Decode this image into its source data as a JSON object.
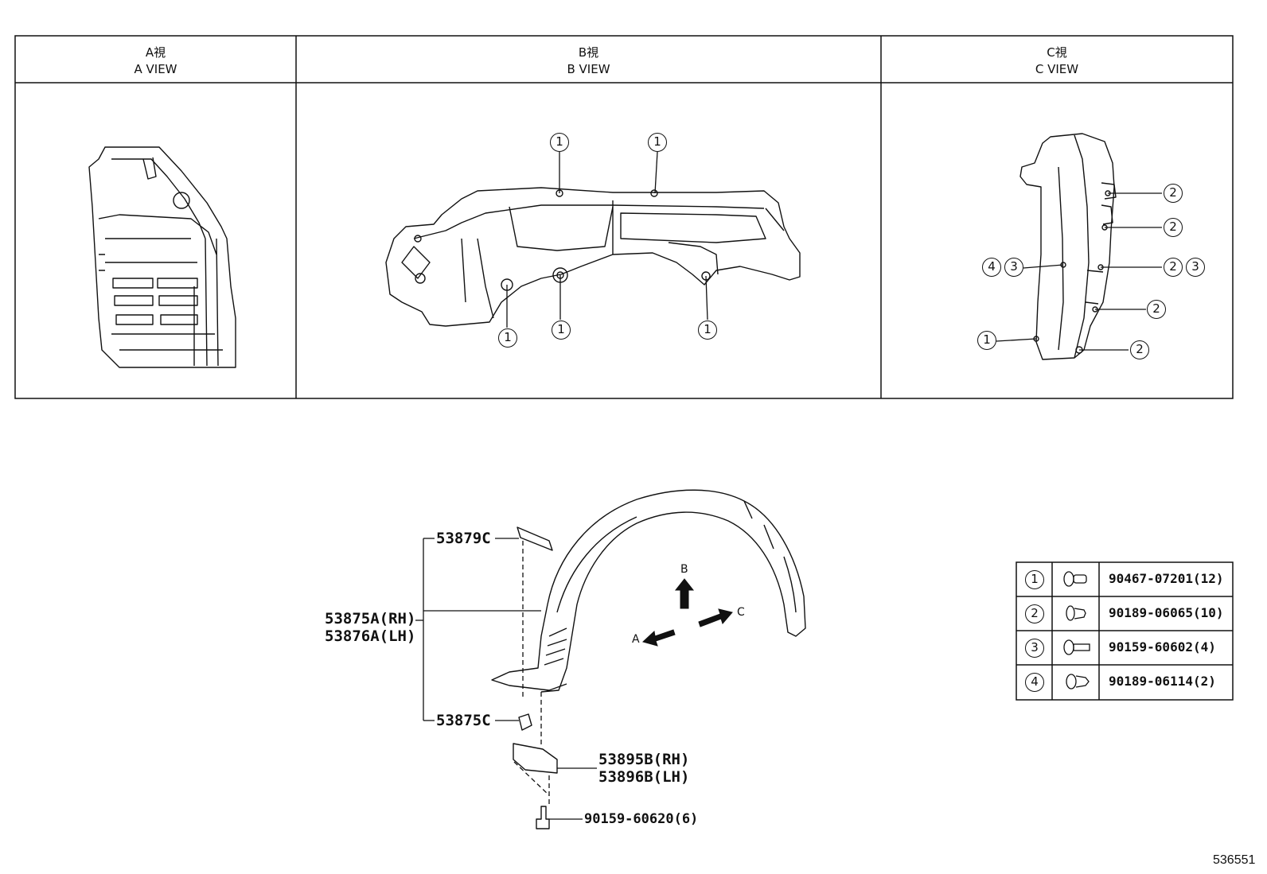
{
  "views": [
    {
      "title_jp": "A視",
      "title_en": "A VIEW"
    },
    {
      "title_jp": "B視",
      "title_en": "B VIEW"
    },
    {
      "title_jp": "C視",
      "title_en": "C VIEW"
    }
  ],
  "callout_numbers": {
    "one": "1",
    "two": "2",
    "three": "3",
    "four": "4"
  },
  "parts": {
    "p53879C": "53879C",
    "p53875A_RH": "53875A(RH)",
    "p53876A_LH": "53876A(LH)",
    "p53875C": "53875C",
    "p53895B_RH": "53895B(RH)",
    "p53896B_LH": "53896B(LH)",
    "p90159_60620": "90159-60620(6)"
  },
  "arrows": {
    "a": "A",
    "b": "B",
    "c": "C"
  },
  "legend": [
    {
      "num": "1",
      "part": "90467-07201(12)"
    },
    {
      "num": "2",
      "part": "90189-06065(10)"
    },
    {
      "num": "3",
      "part": "90159-60602(4)"
    },
    {
      "num": "4",
      "part": "90189-06114(2)"
    }
  ],
  "ref_code": "536551"
}
